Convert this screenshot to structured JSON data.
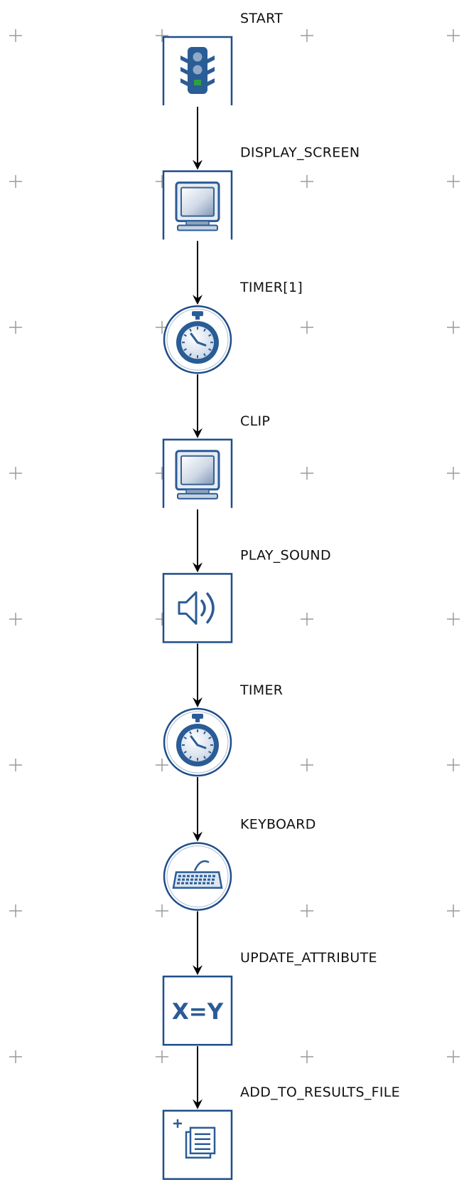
{
  "diagram": {
    "type": "flowchart",
    "nodes": [
      {
        "label": "START",
        "icon": "traffic-light-icon"
      },
      {
        "label": "DISPLAY_SCREEN",
        "icon": "monitor-icon"
      },
      {
        "label": "TIMER[1]",
        "icon": "stopwatch-icon"
      },
      {
        "label": "CLIP",
        "icon": "monitor-icon"
      },
      {
        "label": "PLAY_SOUND",
        "icon": "speaker-icon"
      },
      {
        "label": "TIMER",
        "icon": "stopwatch-icon"
      },
      {
        "label": "KEYBOARD",
        "icon": "keyboard-icon"
      },
      {
        "label": "UPDATE_ATTRIBUTE",
        "icon": "assignment-icon"
      },
      {
        "label": "ADD_TO_RESULTS_FILE",
        "icon": "add-results-file-icon"
      }
    ],
    "update_attribute_text": "X=Y",
    "colors": {
      "node_border": "#1f4e8a",
      "icon_blue": "#2a5c96",
      "arrow": "#000000",
      "grid": "#9a9a9a",
      "signal_green": "#2ea043"
    }
  }
}
